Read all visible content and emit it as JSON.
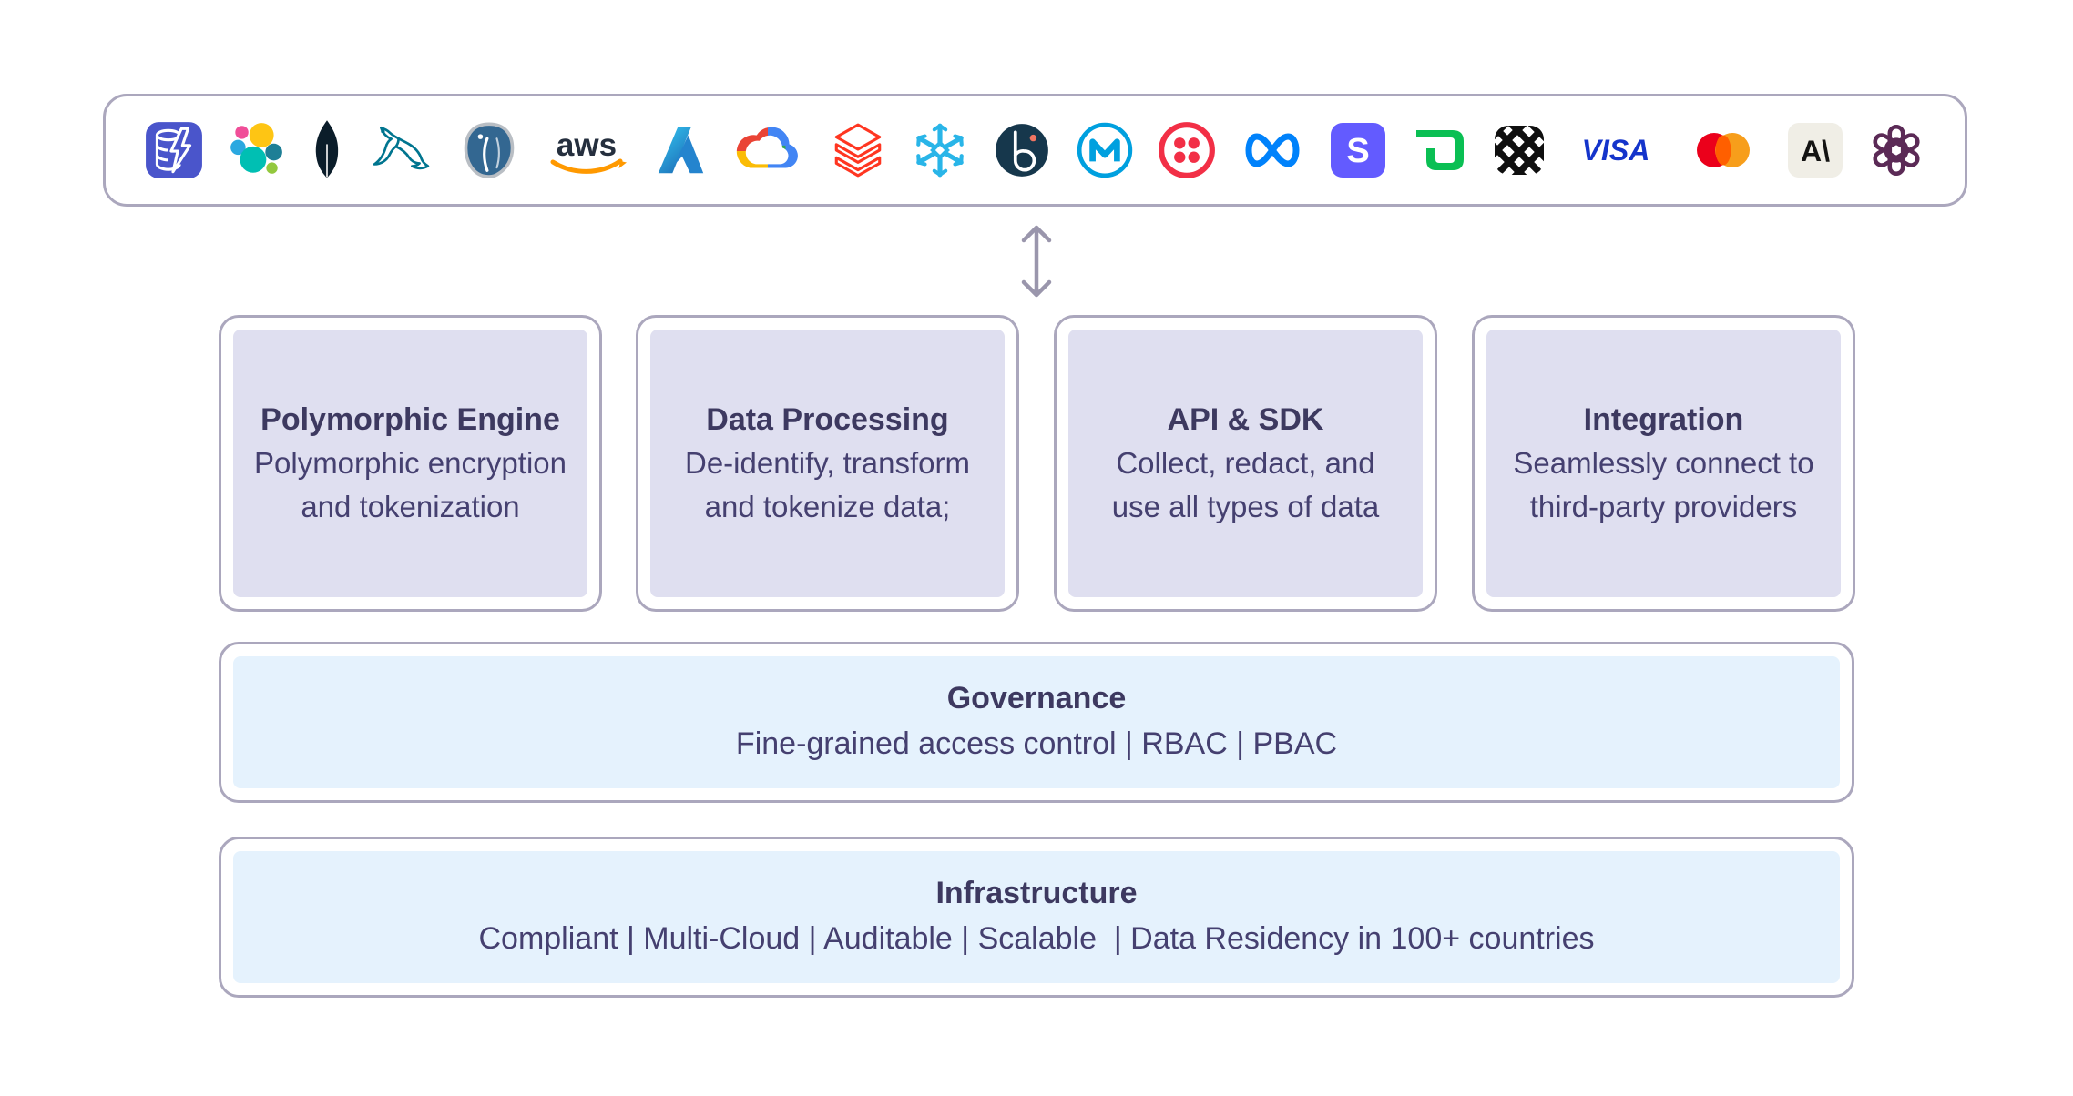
{
  "diagram": {
    "integrations": [
      "database-lightning",
      "elasticsearch",
      "mongodb",
      "mysql",
      "postgresql",
      "aws",
      "azure",
      "google-cloud",
      "databricks",
      "snowflake",
      "b",
      "mulesoft",
      "twilio",
      "meta",
      "stripe",
      "adyen",
      "plaid",
      "visa",
      "mastercard",
      "anthropic",
      "openai"
    ],
    "components": [
      {
        "title": "Polymorphic Engine",
        "description": "Polymorphic encryption and tokenization"
      },
      {
        "title": "Data Processing",
        "description": "De-identify, transform and tokenize data;"
      },
      {
        "title": "API & SDK",
        "description": "Collect, redact, and use all types of data"
      },
      {
        "title": "Integration",
        "description": "Seamlessly connect to third-party providers"
      }
    ],
    "governance": {
      "title": "Governance",
      "description": "Fine-grained access control | RBAC | PBAC"
    },
    "infrastructure": {
      "title": "Infrastructure",
      "description": "Compliant | Multi-Cloud | Auditable | Scalable  | Data Residency in 100+ countries"
    }
  },
  "colors": {
    "border": "#aba7bd",
    "card_fill": "#dfdff0",
    "band_fill": "#e5f2fd",
    "heading_text": "#3d3960",
    "body_text": "#454070",
    "arrow": "#9a96ac"
  }
}
